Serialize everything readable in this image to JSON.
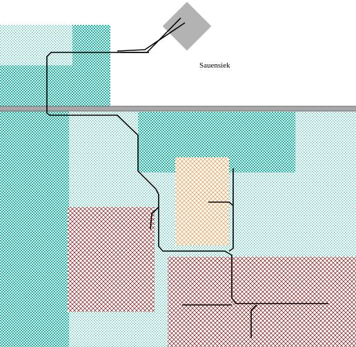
{
  "map": {
    "place_label": "Sauensiek",
    "colors": {
      "background": "#ffffff",
      "teal": "#1fb1a2",
      "teal_light": "#7dd4c8",
      "red": "#7a0d0d",
      "orange": "#d8a061",
      "road": "#000000",
      "railway_fill": "#a7a7a7",
      "railway_edge": "#6a6a6a",
      "building": "#b3b3b3"
    },
    "layers": [
      "dense-teal-area",
      "light-teal-area",
      "residential-red-hatch",
      "commercial-orange-hatch",
      "railway",
      "roads",
      "building"
    ]
  }
}
